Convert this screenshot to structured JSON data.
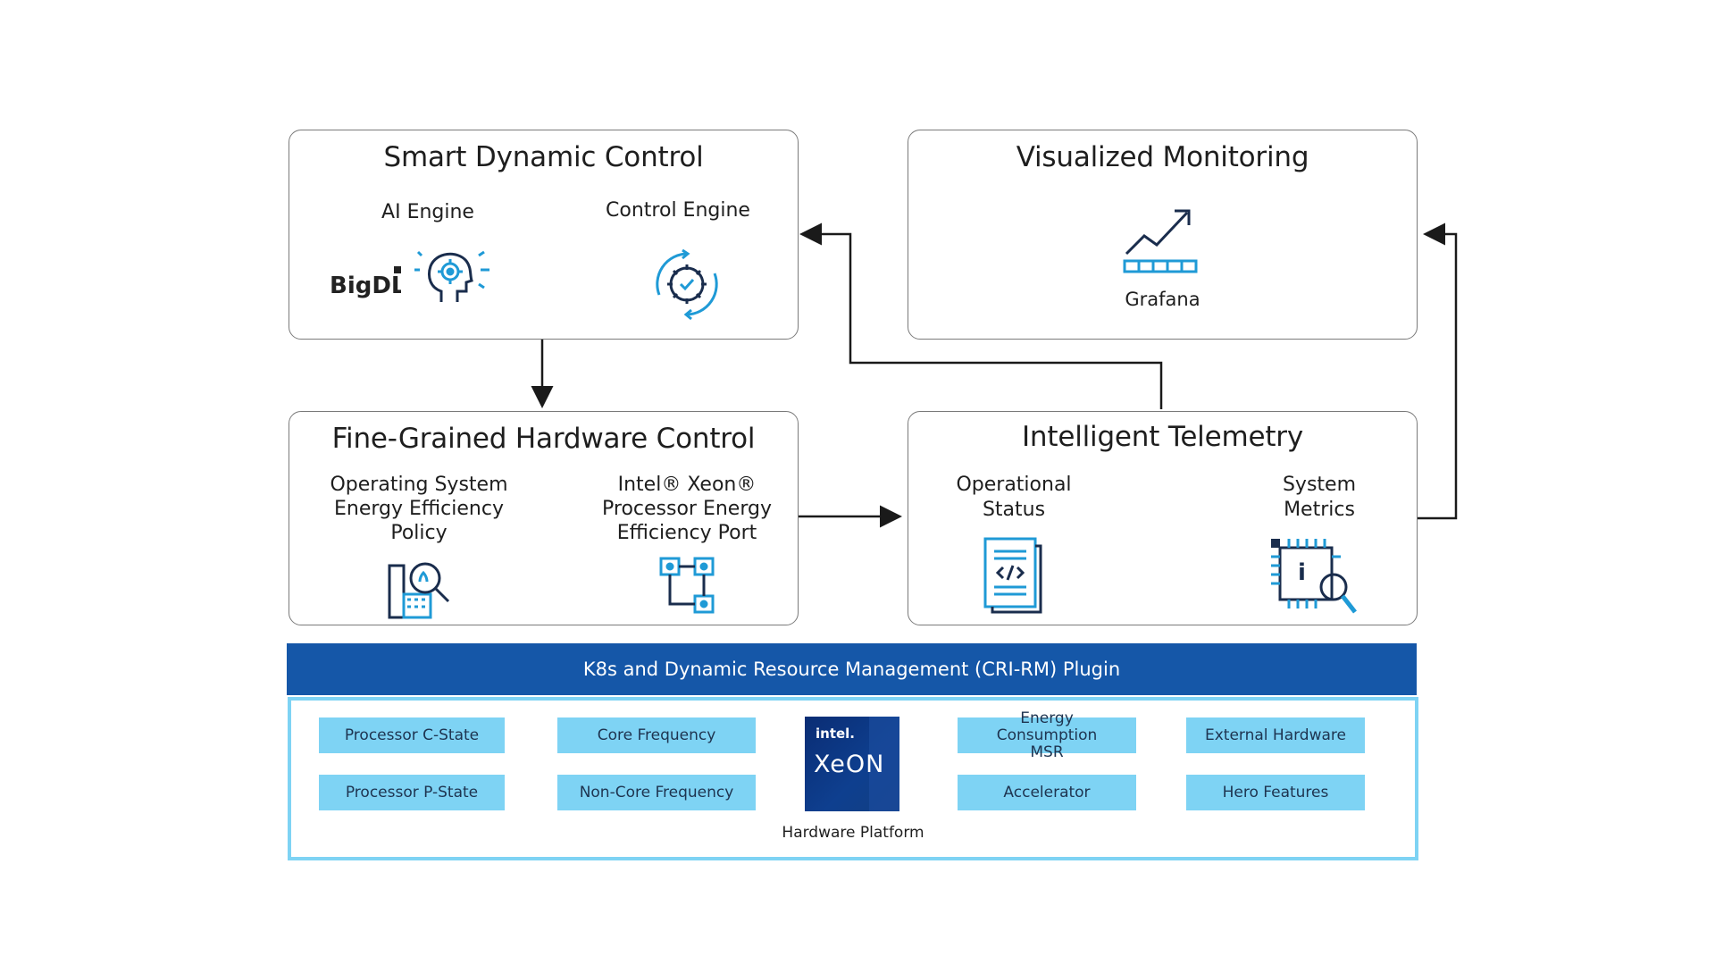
{
  "smart_dynamic_control": {
    "title": "Smart Dynamic Control",
    "ai_engine": "AI Engine",
    "control_engine": "Control Engine",
    "bigdl_logo": "BigDL"
  },
  "visualized_monitoring": {
    "title": "Visualized Monitoring",
    "grafana": "Grafana"
  },
  "fine_grained": {
    "title": "Fine-Grained Hardware Control",
    "os_policy": [
      "Operating System",
      "Energy Efficiency",
      "Policy"
    ],
    "xeon_port": [
      "Intel® Xeon®",
      "Processor Energy",
      "Efficiency Port"
    ]
  },
  "telemetry": {
    "title": "Intelligent Telemetry",
    "operational": [
      "Operational",
      "Status"
    ],
    "system": [
      "System",
      "Metrics"
    ]
  },
  "banner": "K8s and Dynamic Resource Management (CRI-RM) Plugin",
  "platform": {
    "chips": [
      "Processor C-State",
      "Processor P-State",
      "Core Frequency",
      "Non-Core Frequency",
      "Energy Consumption MSR",
      "Accelerator",
      "External Hardware",
      "Hero Features"
    ],
    "xeon_brand": "intel.",
    "xeon_word": "XeON",
    "label": "Hardware Platform"
  },
  "colors": {
    "accent_blue": "#1557a8",
    "light_blue": "#7ed3f4",
    "icon_blue": "#1f9ad6"
  }
}
